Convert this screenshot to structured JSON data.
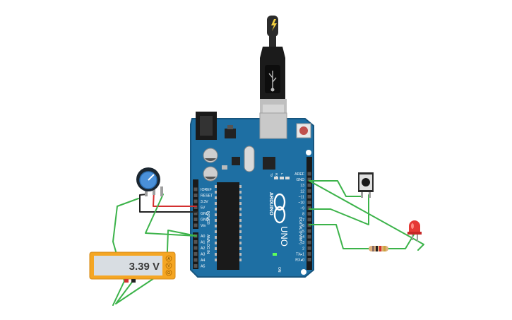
{
  "multimeter": {
    "reading": "3.39 V",
    "modes": [
      "A",
      "V",
      "Ω"
    ]
  },
  "arduino": {
    "brand": "ARDUINO",
    "model": "UNO",
    "digital_header_label": "DIGITAL (PWM~)",
    "power_header_label": "POWER",
    "analog_header_label": "ANALOG IN",
    "on_label": "ON",
    "led_labels": [
      "TX",
      "RX",
      "L"
    ],
    "power_pins": [
      "IOREF",
      "RESET",
      "3.3V",
      "5V",
      "GND",
      "GND",
      "Vin"
    ],
    "analog_pins": [
      "A0",
      "A1",
      "A2",
      "A3",
      "A4",
      "A5"
    ],
    "digital_pins": [
      "AREF",
      "GND",
      "13",
      "12",
      "~11",
      "~10",
      "~9",
      "8",
      "7",
      "~6",
      "~5",
      "4",
      "~3",
      "2",
      "TX▸1",
      "RX◂0"
    ]
  },
  "colors": {
    "board": "#1e6fa3",
    "board_edge": "#17557e",
    "wire_green": "#3cb34a",
    "wire_red": "#d32f2f",
    "wire_black": "#222222",
    "multimeter_body": "#f5a623",
    "led_red": "#e53935"
  },
  "icons": [
    "usb-cable-icon",
    "lightning-icon",
    "potentiometer-icon",
    "pushbutton-icon",
    "led-icon",
    "resistor-icon",
    "multimeter-icon"
  ]
}
